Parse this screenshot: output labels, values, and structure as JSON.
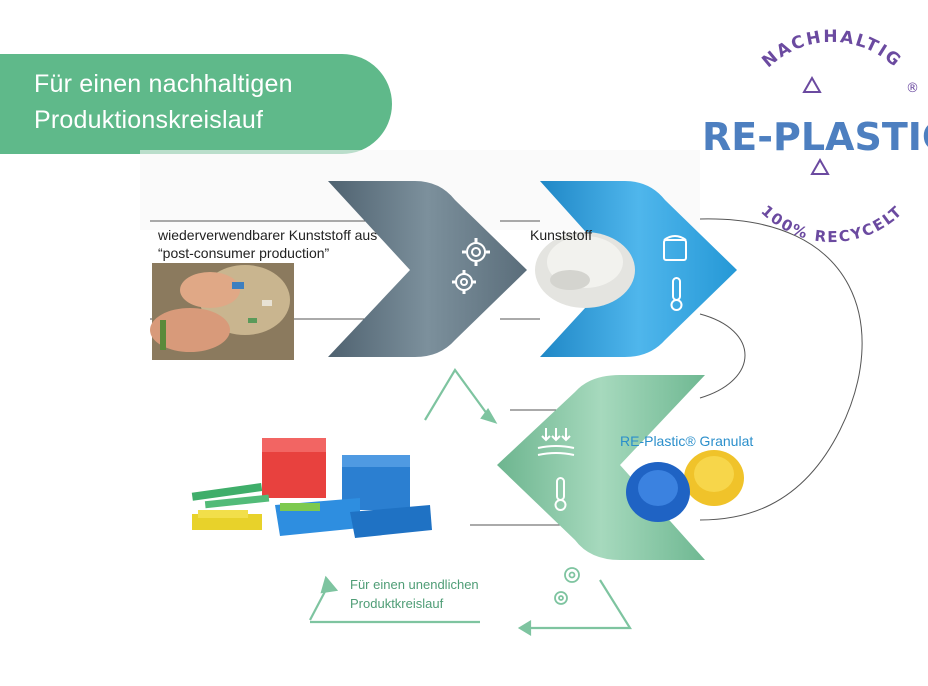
{
  "header": {
    "title_line1": "Für einen nachhaltigen",
    "title_line2": "Produktionskreislauf"
  },
  "badge": {
    "top_text": "NACHHALTIG",
    "brand": "RE-PLASTIC",
    "registered": "®",
    "bottom_text": "100% RECYCELT",
    "color_purple": "#6b4aa0",
    "color_blue": "#4d7fc0"
  },
  "steps": {
    "step1_label_line1": "wiederverwendbarer Kunststoff aus",
    "step1_label_line2": "“post-consumer production”",
    "step2_label": "Kunststoff",
    "step3_label": "RE-Plastic® Granulat"
  },
  "loop": {
    "label_line1": "Für einen unendlichen",
    "label_line2": "Produktkreislauf"
  },
  "colors": {
    "green": "#5fb98a",
    "slate": "#5f7482",
    "blue": "#2f9fd8",
    "mint": "#7ec4a0"
  },
  "icons": {
    "gears": "gear-icon",
    "paint": "paint-bucket-icon",
    "thermo": "thermometer-icon",
    "cooling": "cooling-arrows-icon",
    "recycle": "recycle-icon"
  }
}
